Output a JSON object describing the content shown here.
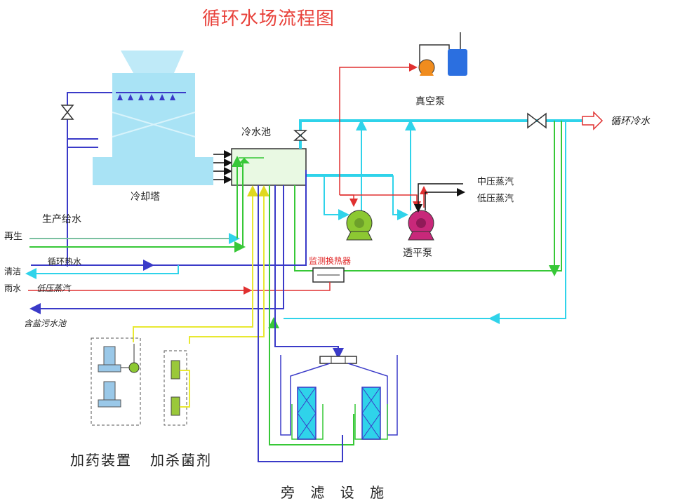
{
  "title": "循环水场流程图",
  "labels": {
    "cooling_tower": "冷却塔",
    "cold_pool": "冷水池",
    "vacuum_pump": "真空泵",
    "circulating_cold_water": "循环冷水",
    "medium_pressure_steam": "中压蒸汽",
    "low_pressure_steam_right": "低压蒸汽",
    "turbine_pump": "透平泵",
    "production_feed_water": "生产给水",
    "regeneration": "再生",
    "circulating_hot_water": "循环热水",
    "cleaning": "清洁",
    "rain_water": "雨水",
    "low_pressure_steam_left": "低压蒸汽",
    "saline_sewage_pool": "含盐污水池",
    "monitoring_heat_exchanger": "监测换热器",
    "dosing_device": "加药装置",
    "bactericide": "加杀菌剂",
    "side_filter": "旁 滤 设 施"
  },
  "colors": {
    "title": "#e8413a",
    "cyan_line": "#2fd3ea",
    "blue_line": "#3a3ac8",
    "green_line": "#37c837",
    "yellow_line": "#e8e832",
    "red_line": "#e03030",
    "cooling_tower": "#a9e3f5",
    "vacuum_pump_orange": "#f08c1e",
    "tank_blue": "#2b6fe0",
    "pump_green": "#8cc832",
    "pump_magenta": "#c8287a"
  },
  "icons": [
    "valve-icon",
    "pump-icon",
    "arrow-icon",
    "filter-icon"
  ]
}
